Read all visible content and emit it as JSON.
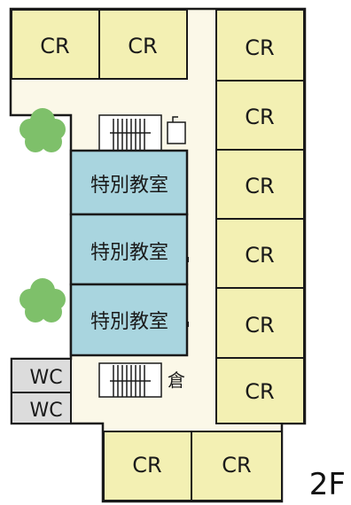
{
  "floor": "2F",
  "colors": {
    "classroom": "#f3f0b3",
    "special_room": "#a9d5df",
    "toilet": "#dcdcdc",
    "corridor": "#fbf8e8",
    "wall": "#1a1a1a",
    "tree": "#7ec06a"
  },
  "rooms": {
    "cr_1": "CR",
    "cr_2": "CR",
    "cr_3": "CR",
    "cr_4": "CR",
    "cr_5": "CR",
    "cr_6": "CR",
    "cr_7": "CR",
    "cr_8": "CR",
    "cr_9": "CR",
    "cr_10": "CR",
    "special_1": "特別教室",
    "special_2": "特別教室",
    "special_3": "特別教室",
    "wc_1": "WC",
    "wc_2": "WC",
    "storage": "倉"
  },
  "icons": [
    "tree-icon",
    "stairs-icon",
    "door-icon"
  ]
}
